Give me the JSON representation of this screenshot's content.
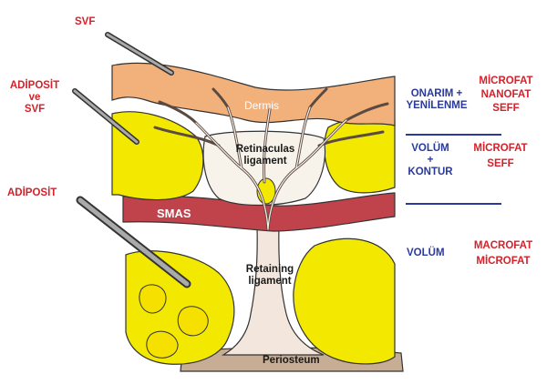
{
  "colors": {
    "red_label": "#d6202a",
    "blue_label": "#2a3a9c",
    "dermis": "#f2b07a",
    "fat": "#f3e800",
    "smas": "#c0424a",
    "ligament": "#f3e6dc",
    "periosteum": "#c8ad95"
  },
  "left_labels": {
    "svf": "SVF",
    "adiposit_svf_line1": "ADİPOSİT",
    "adiposit_svf_line2": "ve",
    "adiposit_svf_line3": "SVF",
    "adiposit": "ADİPOSİT"
  },
  "layer_labels": {
    "dermis": "Dermis",
    "retinacular_line1": "Retinaculas",
    "retinacular_line2": "ligament",
    "smas": "SMAS",
    "retaining_line1": "Retaining",
    "retaining_line2": "ligament",
    "periosteum": "Periosteum"
  },
  "effects": [
    {
      "line1": "ONARIM +",
      "line2": "YENİLENME"
    },
    {
      "line1": "VOLÜM",
      "line2": "+",
      "line3": "KONTUR"
    },
    {
      "line1": "VOLÜM"
    }
  ],
  "fat_types": [
    {
      "line1": "MİCROFAT",
      "line2": "NANOFAT",
      "line3": "SEFF"
    },
    {
      "line1": "MİCROFAT",
      "line2": "SEFF"
    },
    {
      "line1": "MACROFAT",
      "line2": "MİCROFAT"
    }
  ]
}
